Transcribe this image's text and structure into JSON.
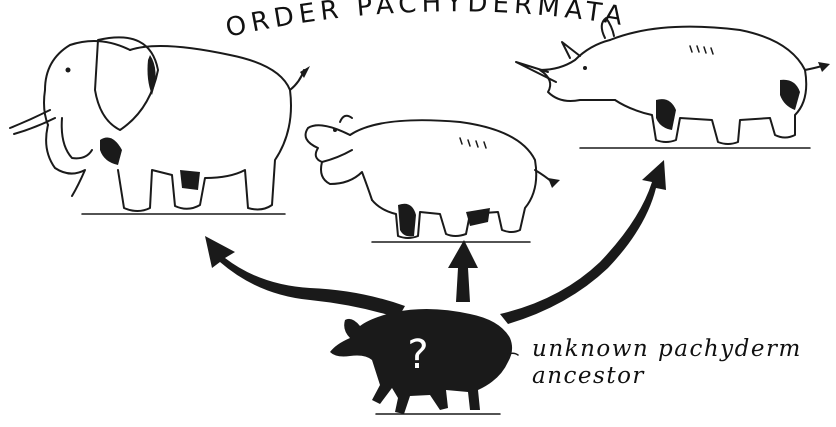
{
  "figure": {
    "title": "ORDER PACHYDERMATA",
    "caption_line1": "unknown pachyderm",
    "caption_line2": "ancestor",
    "question_mark": "?",
    "animals": [
      {
        "name": "elephant-icon"
      },
      {
        "name": "hippopotamus-icon"
      },
      {
        "name": "rhinoceros-icon"
      },
      {
        "name": "ancestor-silhouette-icon"
      }
    ],
    "colors": {
      "ink": "#1a1a1a",
      "paper": "#ffffff"
    }
  }
}
